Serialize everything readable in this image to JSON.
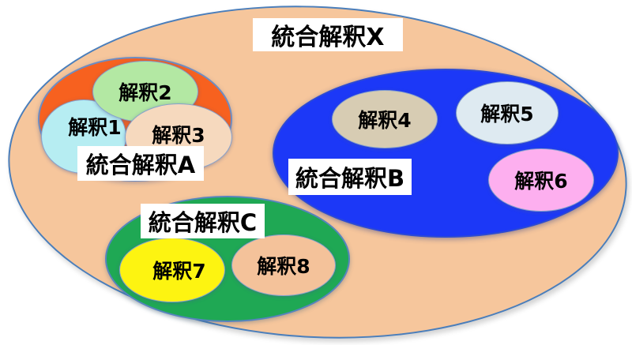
{
  "diagram": {
    "outer": {
      "label": "統合解釈X",
      "fill": "#F6C69C",
      "border_color": "#4A7EBB"
    },
    "groups": {
      "a": {
        "label": "統合解釈A",
        "fill": "#F7611F",
        "items": {
          "i1": {
            "label": "解釈1",
            "fill": "#B6EDF2"
          },
          "i2": {
            "label": "解釈2",
            "fill": "#B3E8A3"
          },
          "i3": {
            "label": "解釈3",
            "fill": "#F6D9BE"
          }
        }
      },
      "b": {
        "label": "統合解釈B",
        "fill": "#1C38F7",
        "items": {
          "i4": {
            "label": "解釈4",
            "fill": "#D7CCB3"
          },
          "i5": {
            "label": "解釈5",
            "fill": "#DEEAF1"
          },
          "i6": {
            "label": "解釈6",
            "fill": "#FDAFEF"
          }
        }
      },
      "c": {
        "label": "統合解釈C",
        "fill": "#1FA854",
        "items": {
          "i7": {
            "label": "解釈7",
            "fill": "#FDF411"
          },
          "i8": {
            "label": "解釈8",
            "fill": "#F4C29A"
          }
        }
      }
    },
    "label_box_bg": "#FFFFFF",
    "text_color": "#000000"
  }
}
